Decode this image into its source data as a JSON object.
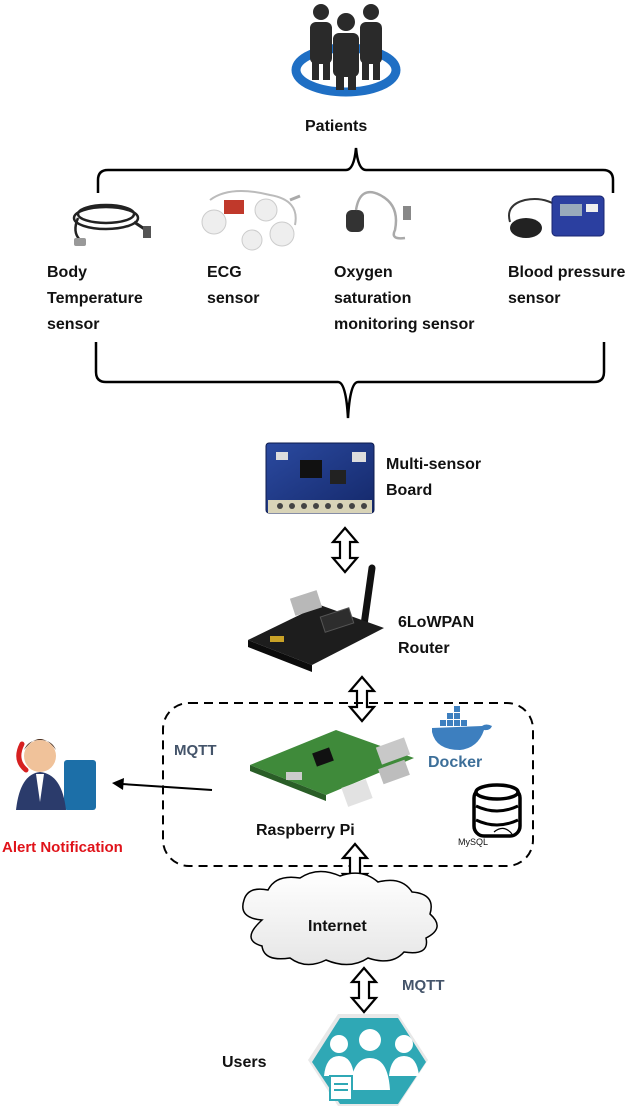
{
  "patients": {
    "label": "Patients",
    "icon": "patients-group-icon"
  },
  "sensors": [
    {
      "lines": [
        "Body",
        "Temperature",
        "sensor"
      ],
      "icon": "temperature-probe-icon"
    },
    {
      "lines": [
        "ECG",
        "sensor"
      ],
      "icon": "ecg-electrodes-icon"
    },
    {
      "lines": [
        "Oxygen",
        "saturation",
        "monitoring sensor"
      ],
      "icon": "pulse-oximeter-icon"
    },
    {
      "lines": [
        "Blood pressure",
        "sensor"
      ],
      "icon": "blood-pressure-cuff-icon"
    }
  ],
  "board": {
    "lines": [
      "Multi-sensor",
      "Board"
    ]
  },
  "router": {
    "lines": [
      "6LoWPAN",
      "Router"
    ]
  },
  "gateway": {
    "pi_label": "Raspberry Pi",
    "mqtt_label": "MQTT",
    "docker_label": "Docker",
    "mysql_label": "MySQL"
  },
  "alert": {
    "label": "Alert Notification",
    "color": "#e0131a"
  },
  "internet": {
    "label": "Internet"
  },
  "users": {
    "label": "Users",
    "mqtt_label": "MQTT",
    "icon": "medical-staff-icon"
  },
  "colors": {
    "mqtt": "#44546a",
    "docker": "#3d6f99",
    "users_tile": "#2fa8b5",
    "patients_ring": "#1f6fc4"
  }
}
